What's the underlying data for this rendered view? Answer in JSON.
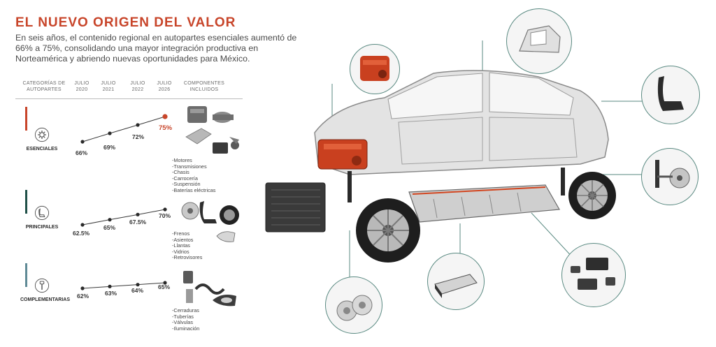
{
  "header": {
    "title": "EL NUEVO ORIGEN DEL VALOR",
    "subtitle": "En seis años, el contenido regional en autopartes esenciales aumentó de 66% a 75%, consolidando una mayor integración productiva en Norteamérica y abriendo nuevas oportunidades para México."
  },
  "table": {
    "col_category": "CATEGORÍAS DE AUTOPARTES",
    "col_2020": "JULIO 2020",
    "col_2021": "JULIO 2021",
    "col_2022": "JULIO 2022",
    "col_2026": "JULIO 2026",
    "col_components": "COMPONENTES INCLUIDOS"
  },
  "rows": [
    {
      "category": "ESENCIALES",
      "accent": "#c8452a",
      "values": [
        "66%",
        "69%",
        "72%",
        "75%"
      ],
      "components": [
        "-Motores",
        "-Transmisiones",
        "-Chasis",
        "-Carrocería",
        "-Suspensión",
        "-Baterías eléctricas"
      ]
    },
    {
      "category": "PRINCIPALES",
      "accent": "#1f5048",
      "values": [
        "62.5%",
        "65%",
        "67.5%",
        "70%"
      ],
      "components": [
        "-Frenos",
        "-Asientos",
        "-Llantas",
        "-Vidrios",
        "-Retrovisores"
      ]
    },
    {
      "category": "COMPLEMENTARIAS",
      "accent": "#5f8a96",
      "values": [
        "62%",
        "63%",
        "64%",
        "65%"
      ],
      "components": [
        "-Cerraduras",
        "-Tuberías",
        "-Válvulas",
        "-Iluminación"
      ]
    }
  ],
  "chart_data": [
    {
      "type": "line",
      "x": [
        "JULIO 2020",
        "JULIO 2021",
        "JULIO 2022",
        "JULIO 2026"
      ],
      "series": [
        {
          "name": "ESENCIALES",
          "values": [
            66,
            69,
            72,
            75
          ]
        }
      ]
    },
    {
      "type": "line",
      "x": [
        "JULIO 2020",
        "JULIO 2021",
        "JULIO 2022",
        "JULIO 2026"
      ],
      "series": [
        {
          "name": "PRINCIPALES",
          "values": [
            62.5,
            65,
            67.5,
            70
          ]
        }
      ]
    },
    {
      "type": "line",
      "x": [
        "JULIO 2020",
        "JULIO 2021",
        "JULIO 2022",
        "JULIO 2026"
      ],
      "series": [
        {
          "name": "COMPLEMENTARIAS",
          "values": [
            62,
            63,
            64,
            65
          ]
        }
      ]
    }
  ],
  "colors": {
    "accent_orange": "#c8452a",
    "leader_teal": "#5a8a82",
    "dark_teal": "#1f5048",
    "slate_blue": "#5f8a96"
  },
  "icons": [
    "gear-icon",
    "seat-icon",
    "bolt-icon"
  ]
}
